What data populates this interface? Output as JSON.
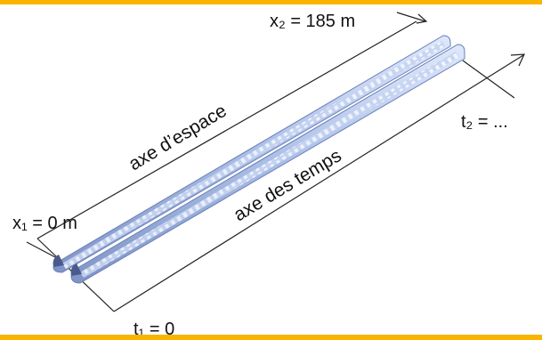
{
  "labels": {
    "x2": "x₂ = 185 m",
    "x1": "x₁ = 0 m",
    "axe_espace": "axe d’espace",
    "axe_temps": "axe des temps",
    "t1": "t₁ = 0",
    "t2": "t₂ = ..."
  },
  "colors": {
    "border": "#f9b400",
    "axis": "#222222",
    "train_body": "#b8c8ea",
    "train_window": "#e9f0ff",
    "train_dark": "#4a5a8c"
  }
}
